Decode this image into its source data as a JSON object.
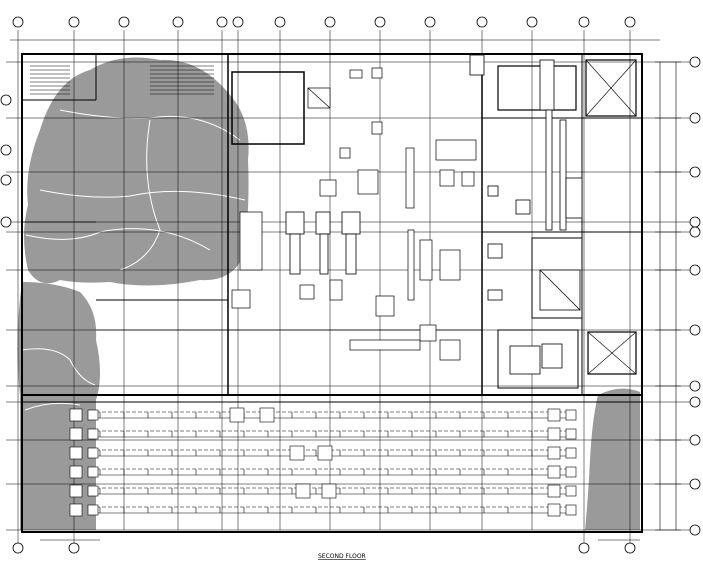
{
  "drawing": {
    "title": "SECOND FLOOR",
    "colors": {
      "line": "#000000",
      "shade": "#9a9a9a",
      "shade_dark": "#7d7d7d",
      "background": "#ffffff"
    }
  },
  "grid": {
    "top_columns": [
      "",
      "",
      "",
      "",
      "",
      "",
      "",
      "",
      "",
      "",
      "",
      "",
      ""
    ],
    "right_rows": [
      "",
      "",
      "",
      "",
      "",
      "",
      "",
      "",
      "",
      "",
      "",
      ""
    ]
  },
  "equipment": {
    "line_count_lower": 6,
    "rack_groups": 3
  }
}
